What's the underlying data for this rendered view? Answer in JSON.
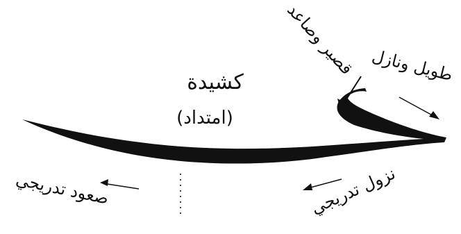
{
  "figure": {
    "stroke_color": "#111111",
    "background": "#ffffff",
    "labels": {
      "top_center_1": "كشيدة",
      "top_center_2": "(امتداد)",
      "diagonal_label": "قصير وصاعد",
      "right_top_label": "طويل ونازل",
      "right_bottom_label": "نزول تدريجي",
      "left_bottom_label": "صعود تدريجي"
    }
  }
}
